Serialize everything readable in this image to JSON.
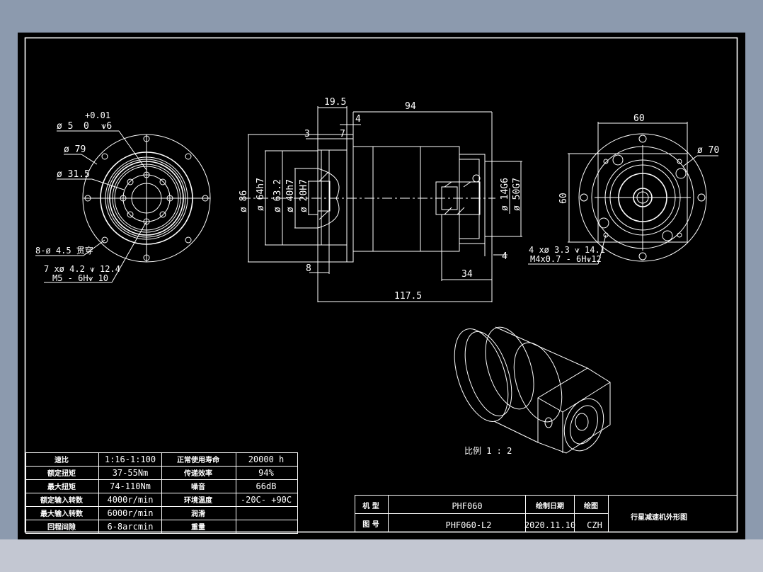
{
  "colors": {
    "background": "#8c9aae",
    "sheet": "#000000",
    "lines": "#ffffff",
    "bottom_band": "#c3c7d2"
  },
  "front_view": {
    "labels": {
      "tol_upper": "+0.01",
      "hole_dia": "ø 5",
      "tol_lower": "0",
      "hole_depth": "⩛6",
      "dia_79": "ø 79",
      "dia_31_5": "ø 31.5",
      "holes_8": "8-ø 4.5 贯穿",
      "holes_7_line1": "7 xø 4.2 ⩛ 12.4",
      "holes_7_line2": "M5 - 6H⩛ 10"
    }
  },
  "side_view": {
    "labels": {
      "d19_5": "19.5",
      "d94": "94",
      "d4_top": "4",
      "d3": "3",
      "d7": "7",
      "dia86": "ø 86",
      "dia64": "ø 64h7",
      "dia63": "ø 63.2",
      "dia40": "ø 40h7",
      "dia20": "ø 20H7",
      "dia14": "ø 14G6",
      "dia50": "ø 50G7",
      "d8": "8",
      "d4_bottom": "4",
      "d34": "34",
      "d117_5": "117.5"
    }
  },
  "rear_view": {
    "labels": {
      "w60": "60",
      "h60": "60",
      "dia70": "ø 70",
      "holes_line1": "4 xø 3.3 ⩛ 14.1",
      "holes_line2": "M4x0.7 - 6H⩛12"
    }
  },
  "iso_view": {
    "scale_label": "比例 1 : 2"
  },
  "spec_table": {
    "rows": [
      {
        "k1": "速比",
        "v1": "1:16-1:100",
        "k2": "正常使用寿命",
        "v2": "20000 h"
      },
      {
        "k1": "额定扭矩",
        "v1": "37-55Nm",
        "k2": "传递效率",
        "v2": "94%"
      },
      {
        "k1": "最大扭矩",
        "v1": "74-110Nm",
        "k2": "噪音",
        "v2": "66dB"
      },
      {
        "k1": "额定输入转数",
        "v1": "4000r/min",
        "k2": "环境温度",
        "v2": "-20C- +90C"
      },
      {
        "k1": "最大输入转数",
        "v1": "6000r/min",
        "k2": "润滑",
        "v2": ""
      },
      {
        "k1": "回程间隙",
        "v1": "6-8arcmin",
        "k2": "重量",
        "v2": ""
      }
    ]
  },
  "title_block": {
    "model_label": "机 型",
    "model_value": "PHF060",
    "drawing_no_label": "图 号",
    "drawing_no_value": "PHF060-L2",
    "date_label": "绘制日期",
    "date_value": "2020.11.10",
    "drafter_label": "绘图",
    "drafter_value": "CZH",
    "title": "行星减速机外形图"
  }
}
